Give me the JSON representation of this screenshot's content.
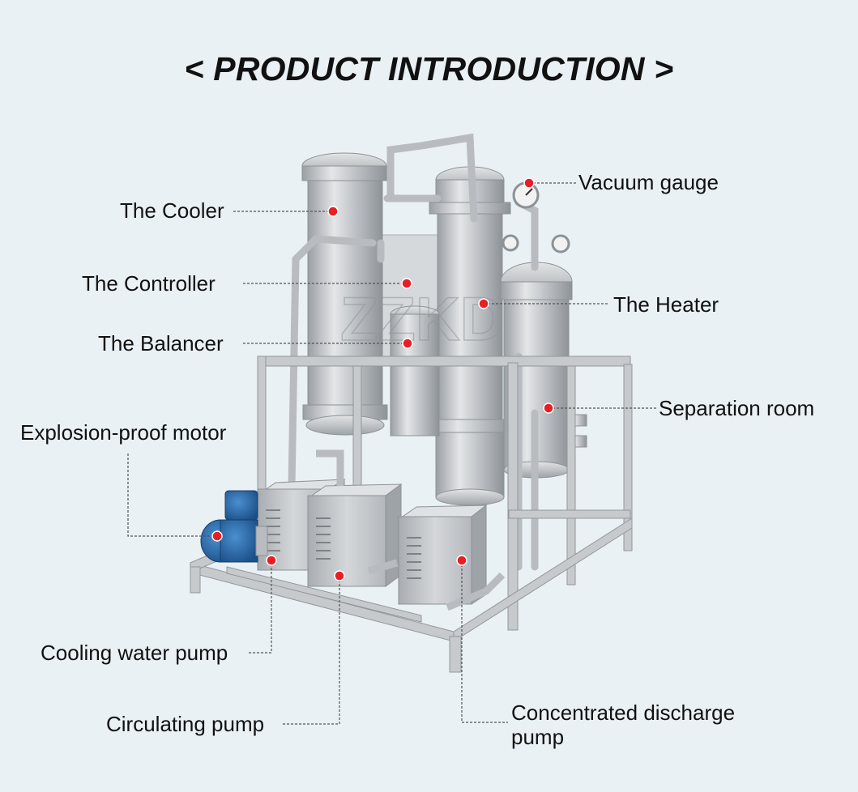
{
  "title": "< PRODUCT INTRODUCTION >",
  "watermark": "ZZKD",
  "colors": {
    "background": "#e9f1f5",
    "marker": "#e81e25",
    "steel": "#c9cccf"
  },
  "labels": {
    "vacuum_gauge": "Vacuum gauge",
    "cooler": "The Cooler",
    "controller": "The Controller",
    "heater": "The Heater",
    "balancer": "The Balancer",
    "separation_room": "Separation room",
    "explosion_proof_motor": "Explosion-proof motor",
    "cooling_water_pump": "Cooling water pump",
    "circulating_pump": "Circulating pump",
    "concentrated_discharge_pump_line1": "Concentrated discharge",
    "concentrated_discharge_pump_line2": "pump"
  }
}
